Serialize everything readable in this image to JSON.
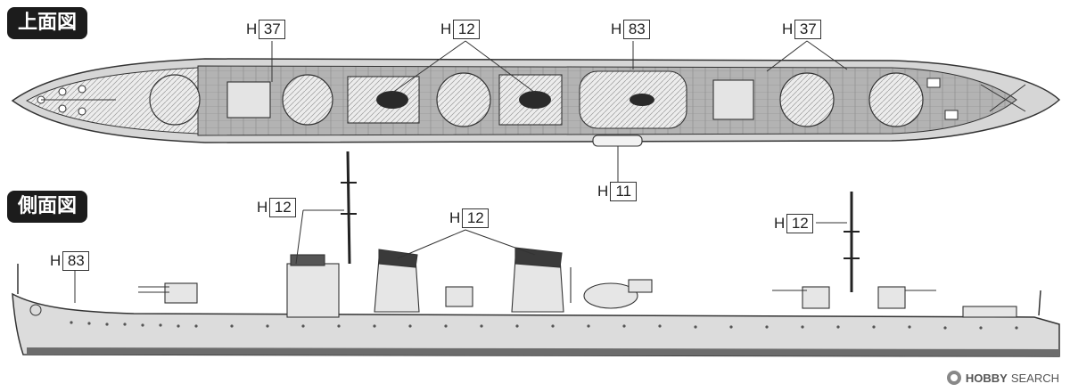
{
  "views": {
    "top": {
      "label": "上面図"
    },
    "side": {
      "label": "側面図"
    }
  },
  "callouts": {
    "top_h37_left": {
      "prefix": "H",
      "number": "37"
    },
    "top_h12": {
      "prefix": "H",
      "number": "12"
    },
    "top_h83": {
      "prefix": "H",
      "number": "83"
    },
    "top_h37_right": {
      "prefix": "H",
      "number": "37"
    },
    "top_h11": {
      "prefix": "H",
      "number": "11"
    },
    "side_h12_mast": {
      "prefix": "H",
      "number": "12"
    },
    "side_h12_funnels": {
      "prefix": "H",
      "number": "12"
    },
    "side_h12_aft_mast": {
      "prefix": "H",
      "number": "12"
    },
    "side_h83": {
      "prefix": "H",
      "number": "83"
    }
  },
  "watermark": {
    "brand": "HOBBY",
    "text": "SEARCH",
    "icon": "hobby-search-logo-icon"
  },
  "colors": {
    "hull_fill": "#d9d9d9",
    "deck_dark": "#a9a9a9",
    "line": "#333333",
    "waterline": "#6c6c6c"
  }
}
